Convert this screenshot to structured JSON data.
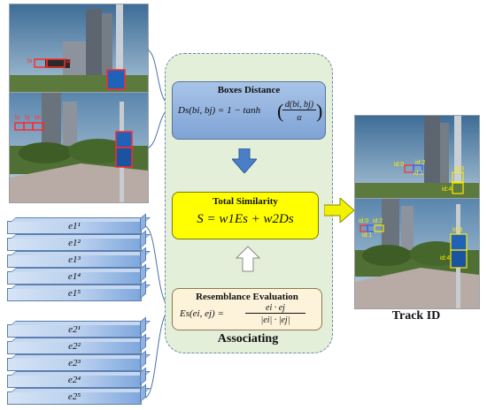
{
  "boxes_distance": {
    "title": "Boxes Distance",
    "formula_lhs": "Ds(bi, bj) = 1 − tanh",
    "frac_num": "d(bi, bj)",
    "frac_den": "α"
  },
  "total_similarity": {
    "title": "Total Similarity",
    "formula": "S = w1Es + w2Ds"
  },
  "resemblance_evaluation": {
    "title": "Resemblance Evaluation",
    "formula_lhs": "Es(ei, ej) =",
    "frac_num": "ei · ej",
    "frac_den": "|ei| · |ej|"
  },
  "associating_label": "Associating",
  "track_label": "Track ID",
  "feature_group_1": [
    "e1¹",
    "e1²",
    "e1³",
    "e1⁴",
    "e1⁵"
  ],
  "feature_group_2": [
    "e2¹",
    "e2²",
    "e2³",
    "e2⁴",
    "e2⁵"
  ],
  "detection_labels_top": [
    "bi",
    "bj"
  ],
  "detection_labels_bottom": [
    "bi",
    "bj",
    "bk"
  ],
  "track_ids_top": [
    "id:0",
    "id:1",
    "id:2",
    "id:3",
    "id:4"
  ],
  "track_ids_bottom": [
    "id:0",
    "id:1",
    "id:2",
    "id:3",
    "id:4"
  ],
  "colors": {
    "boxes_distance_fill": "#8fb0de",
    "total_similarity_fill": "#ffff00",
    "resemblance_fill": "#fdf2da",
    "panel_fill": "#e3efd8",
    "arrow_blue": "#4a7fc7",
    "arrow_yellow": "#f2f200"
  }
}
